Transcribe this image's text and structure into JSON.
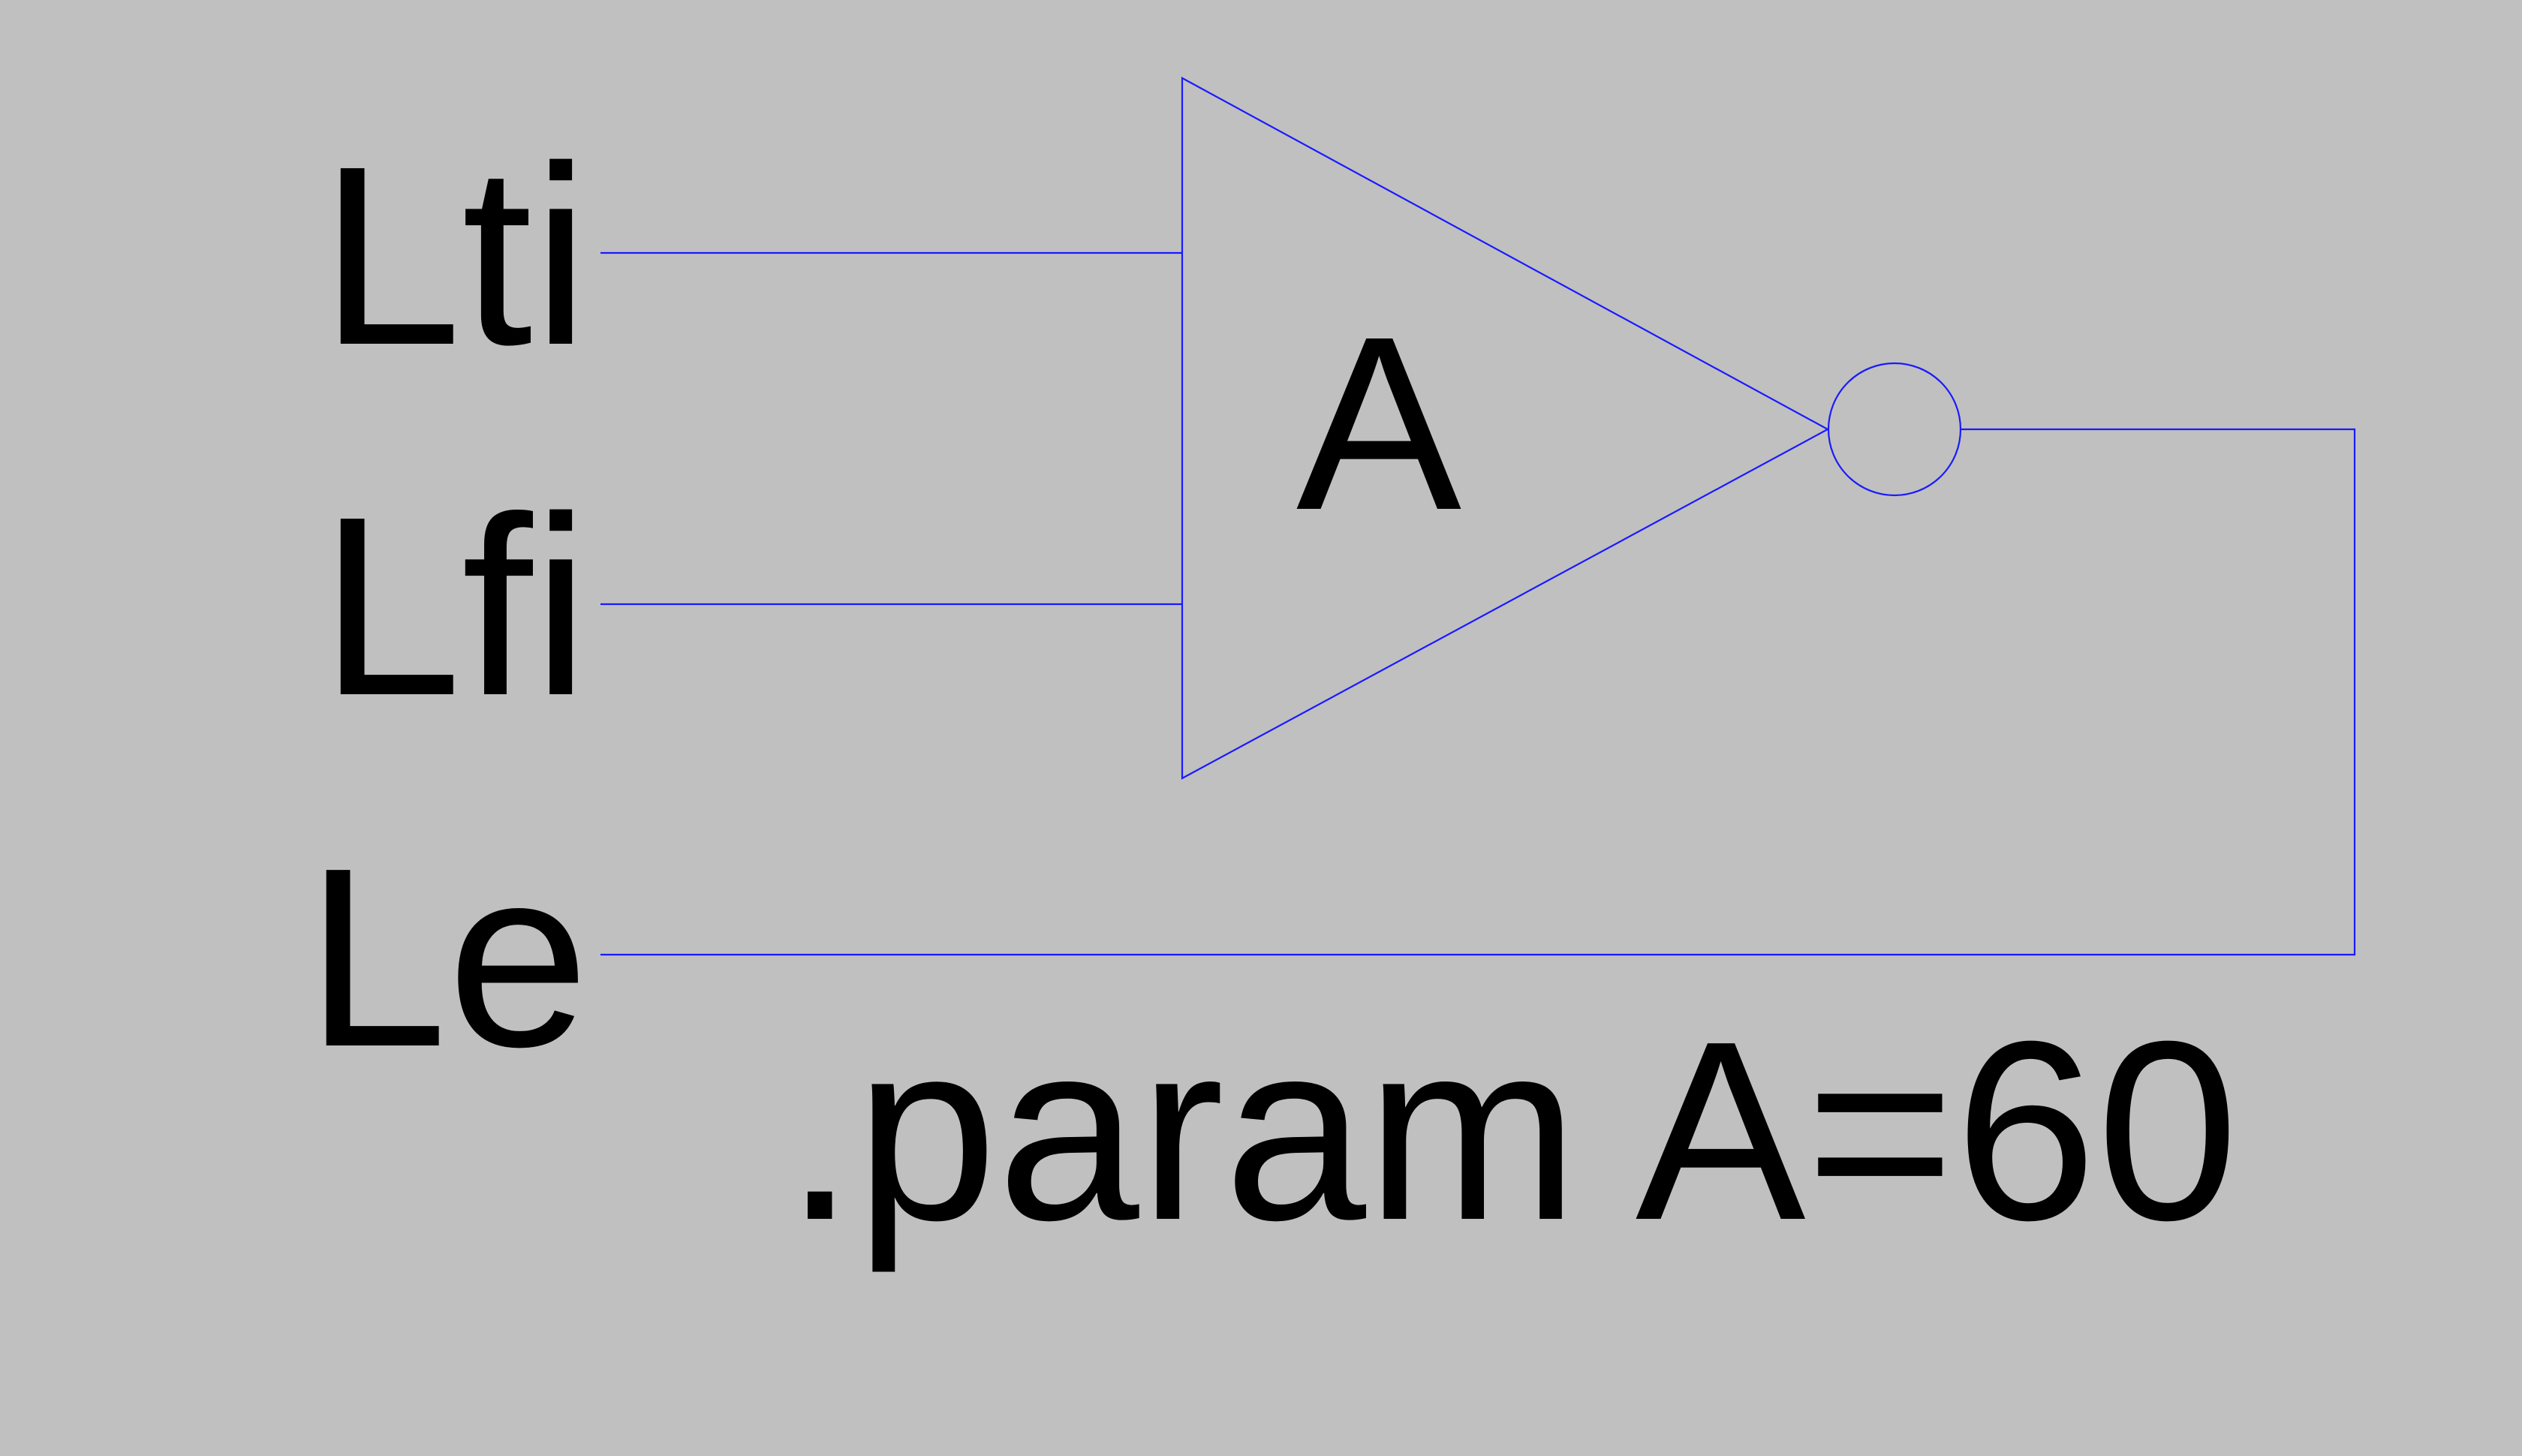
{
  "schematic": {
    "ports": [
      {
        "label": "Lti"
      },
      {
        "label": "Lfi"
      },
      {
        "label": "Le"
      }
    ],
    "amplifier": {
      "label": "A"
    },
    "directive": ".param A=60"
  },
  "colors": {
    "background": "#c0c0c0",
    "wire": "#1a1aff",
    "text": "#000000"
  }
}
